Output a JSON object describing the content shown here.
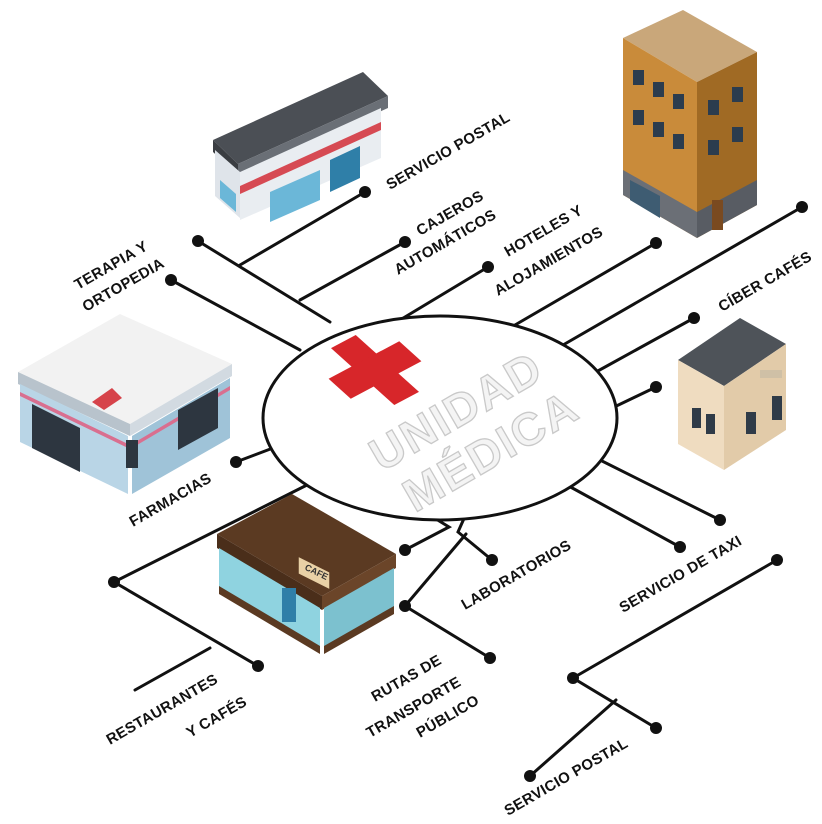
{
  "center": {
    "line1": "UNIDAD",
    "line2": "MÉDICA",
    "cross_color": "#d7262a"
  },
  "labels": {
    "servicio_postal_top": "SERVICIO POSTAL",
    "cajeros_1": "CAJEROS",
    "cajeros_2": "AUTOMÁTICOS",
    "hoteles_1": "HOTELES Y",
    "hoteles_2": "ALOJAMIENTOS",
    "terapia_1": "TERAPIA Y",
    "terapia_2": "ORTOPEDIA",
    "ciber": "CÍBER CAFÉS",
    "farmacias": "FARMACIAS",
    "laboratorios": "LABORATORIOS",
    "servicio_taxi": "SERVICIO DE TAXI",
    "restaurantes_1": "RESTAURANTES",
    "restaurantes_2": "Y CAFÉS",
    "rutas_1": "RUTAS DE",
    "rutas_2": "TRANSPORTE",
    "rutas_3": "PÚBLICO",
    "servicio_postal_bottom": "SERVICIO POSTAL"
  },
  "buildings": {
    "cafe_sign": "CAFE",
    "post_office": "post-office-building-icon",
    "hotel": "hotel-building-icon",
    "pharmacy": "pharmacy-building-icon",
    "cyber_cafe": "cyber-cafe-building-icon",
    "cafe": "cafe-building-icon"
  }
}
